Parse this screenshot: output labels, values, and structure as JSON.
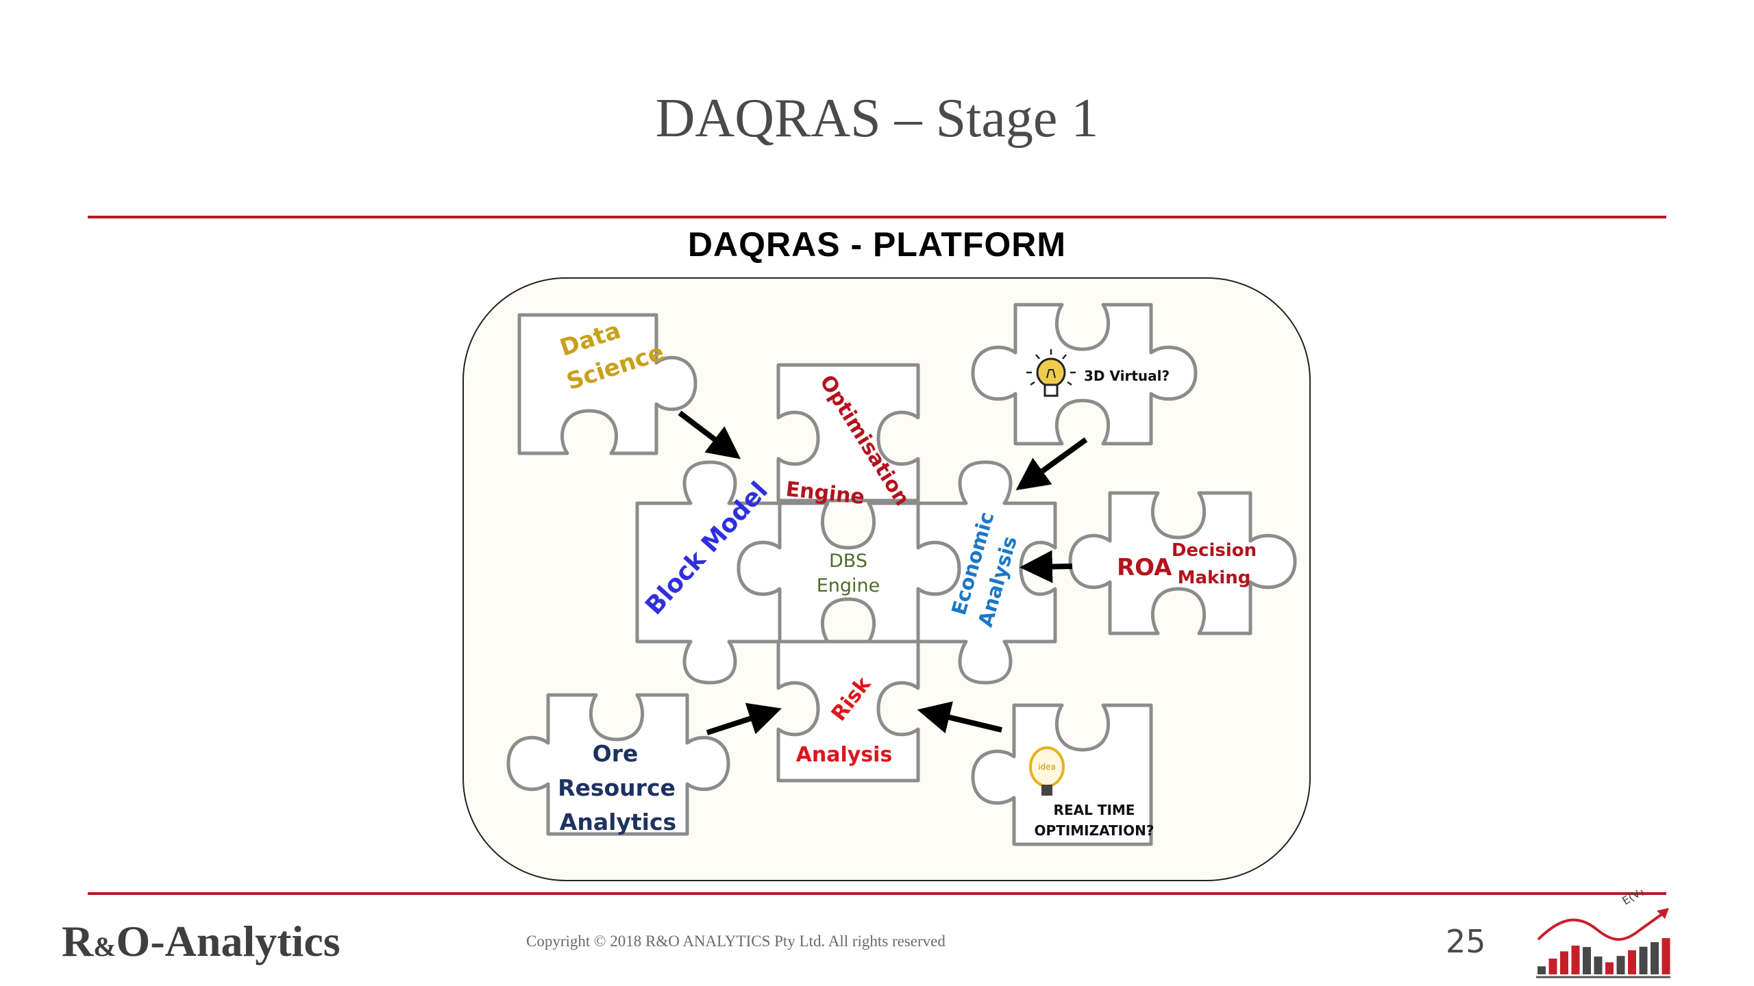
{
  "slide": {
    "title": "DAQRAS – Stage 1",
    "platform_title": "DAQRAS - PLATFORM",
    "page_number": "25"
  },
  "colors": {
    "accent_red": "#b01c24",
    "panel_bg": "#fdfdf6",
    "piece_outline": "#8c8c8c"
  },
  "pieces": {
    "data_science": {
      "line1": "Data",
      "line2": "Science",
      "color": "#c9a01a"
    },
    "optimisation": {
      "line1": "Optimisation",
      "line2": "Engine",
      "color": "#b3121c"
    },
    "virtual": {
      "label": "3D Virtual?",
      "icon": "lightbulb-icon"
    },
    "block_model": {
      "label": "Block Model",
      "color": "#2f2fe0"
    },
    "dbs": {
      "line1": "DBS",
      "line2": "Engine",
      "color": "#4f6b2a"
    },
    "economic": {
      "line1": "Economic",
      "line2": "Analysis",
      "color": "#1a78c8"
    },
    "roa": {
      "label": "ROA",
      "line1": "Decision",
      "line2": "Making",
      "color": "#b3121c"
    },
    "ore": {
      "line1": "Ore",
      "line2": "Resource",
      "line3": "Analytics",
      "color": "#1e3260"
    },
    "risk": {
      "line1": "Risk",
      "line2": "Analysis",
      "color": "#e0141c"
    },
    "realtime": {
      "line1": "REAL TIME",
      "line2": "OPTIMIZATION?",
      "icon": "idea-lightbulb-icon",
      "bulb_text": "idea"
    }
  },
  "footer": {
    "brand_prefix": "R",
    "brand_amp": "&",
    "brand_suffix": "O-Analytics",
    "copyright": "Copyright © 2018 R&O ANALYTICS Pty Ltd. All rights reserved",
    "logo_label": "E(V)",
    "logo_bars": [
      {
        "level": 0.28,
        "color": "dark"
      },
      {
        "level": 0.55,
        "color": "red"
      },
      {
        "level": 0.8,
        "color": "red"
      },
      {
        "level": 1.0,
        "color": "red"
      },
      {
        "level": 0.95,
        "color": "dark"
      },
      {
        "level": 0.62,
        "color": "dark"
      },
      {
        "level": 0.42,
        "color": "red"
      },
      {
        "level": 0.64,
        "color": "dark"
      },
      {
        "level": 0.84,
        "color": "red"
      },
      {
        "level": 0.96,
        "color": "dark"
      },
      {
        "level": 1.12,
        "color": "dark"
      },
      {
        "level": 1.26,
        "color": "red"
      }
    ]
  }
}
